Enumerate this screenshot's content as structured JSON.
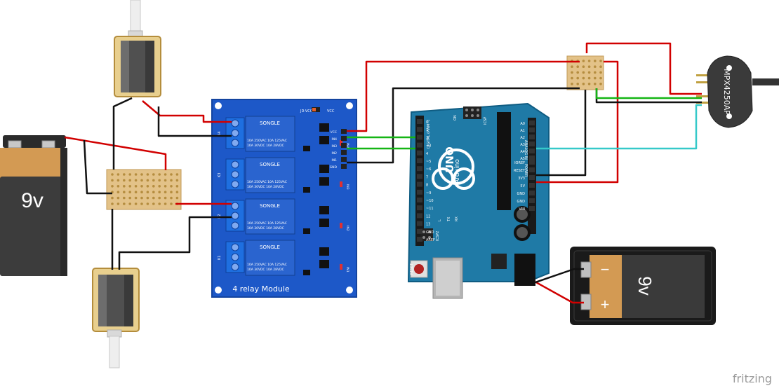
{
  "battery_left": {
    "label": "9v"
  },
  "battery_right": {
    "label": "9v",
    "minus": "−",
    "plus": "+"
  },
  "relay_module": {
    "title": "4 relay Module",
    "jd_vcc": "JD-VCC",
    "vcc": "VCC",
    "relays": [
      {
        "brand": "SONGLE",
        "line1": "10A 250VAC  10A 125VAC",
        "line2": "10A 30VDC  10A 28VDC",
        "k": "K4"
      },
      {
        "brand": "SONGLE",
        "line1": "10A 250VAC  10A 125VAC",
        "line2": "10A 30VDC  10A 28VDC",
        "k": "K3"
      },
      {
        "brand": "SONGLE",
        "line1": "10A 250VAC  10A 125VAC",
        "line2": "10A 30VDC  10A 28VDC",
        "k": "K2"
      },
      {
        "brand": "SONGLE",
        "line1": "10A 250VAC  10A 125VAC",
        "line2": "10A 30VDC  10A 28VDC",
        "k": "K1"
      }
    ],
    "pins": [
      "VCC",
      "IN4",
      "IN3",
      "IN2",
      "IN1",
      "GND"
    ],
    "leds": [
      "IN4",
      "IN3",
      "IN2",
      "IN1"
    ]
  },
  "arduino": {
    "brand": "Arduino",
    "model": "UNO",
    "reset": "RESET",
    "icsp": "ICSP",
    "icsp2": "ICSP2",
    "on": "ON",
    "tx": "TX",
    "rx": "RX",
    "l": "L",
    "analog_in": "ANALOG IN",
    "power": "POWER",
    "digital": "DIGITAL (PWM~)",
    "digital_pins": [
      "0",
      "1",
      "2",
      "~3",
      "4",
      "~5",
      "~6",
      "7",
      "8",
      "~9",
      "~10",
      "~11",
      "12",
      "13",
      "GND",
      "AREF"
    ],
    "power_pins": [
      "IOREF",
      "RESET",
      "3V3",
      "5V",
      "GND",
      "GND",
      "VIN"
    ],
    "analog_pins": [
      "A0",
      "A1",
      "A2",
      "A3",
      "A4",
      "A5"
    ]
  },
  "sensor": {
    "label": "MPX4250AP"
  },
  "watermark": "fritzing"
}
